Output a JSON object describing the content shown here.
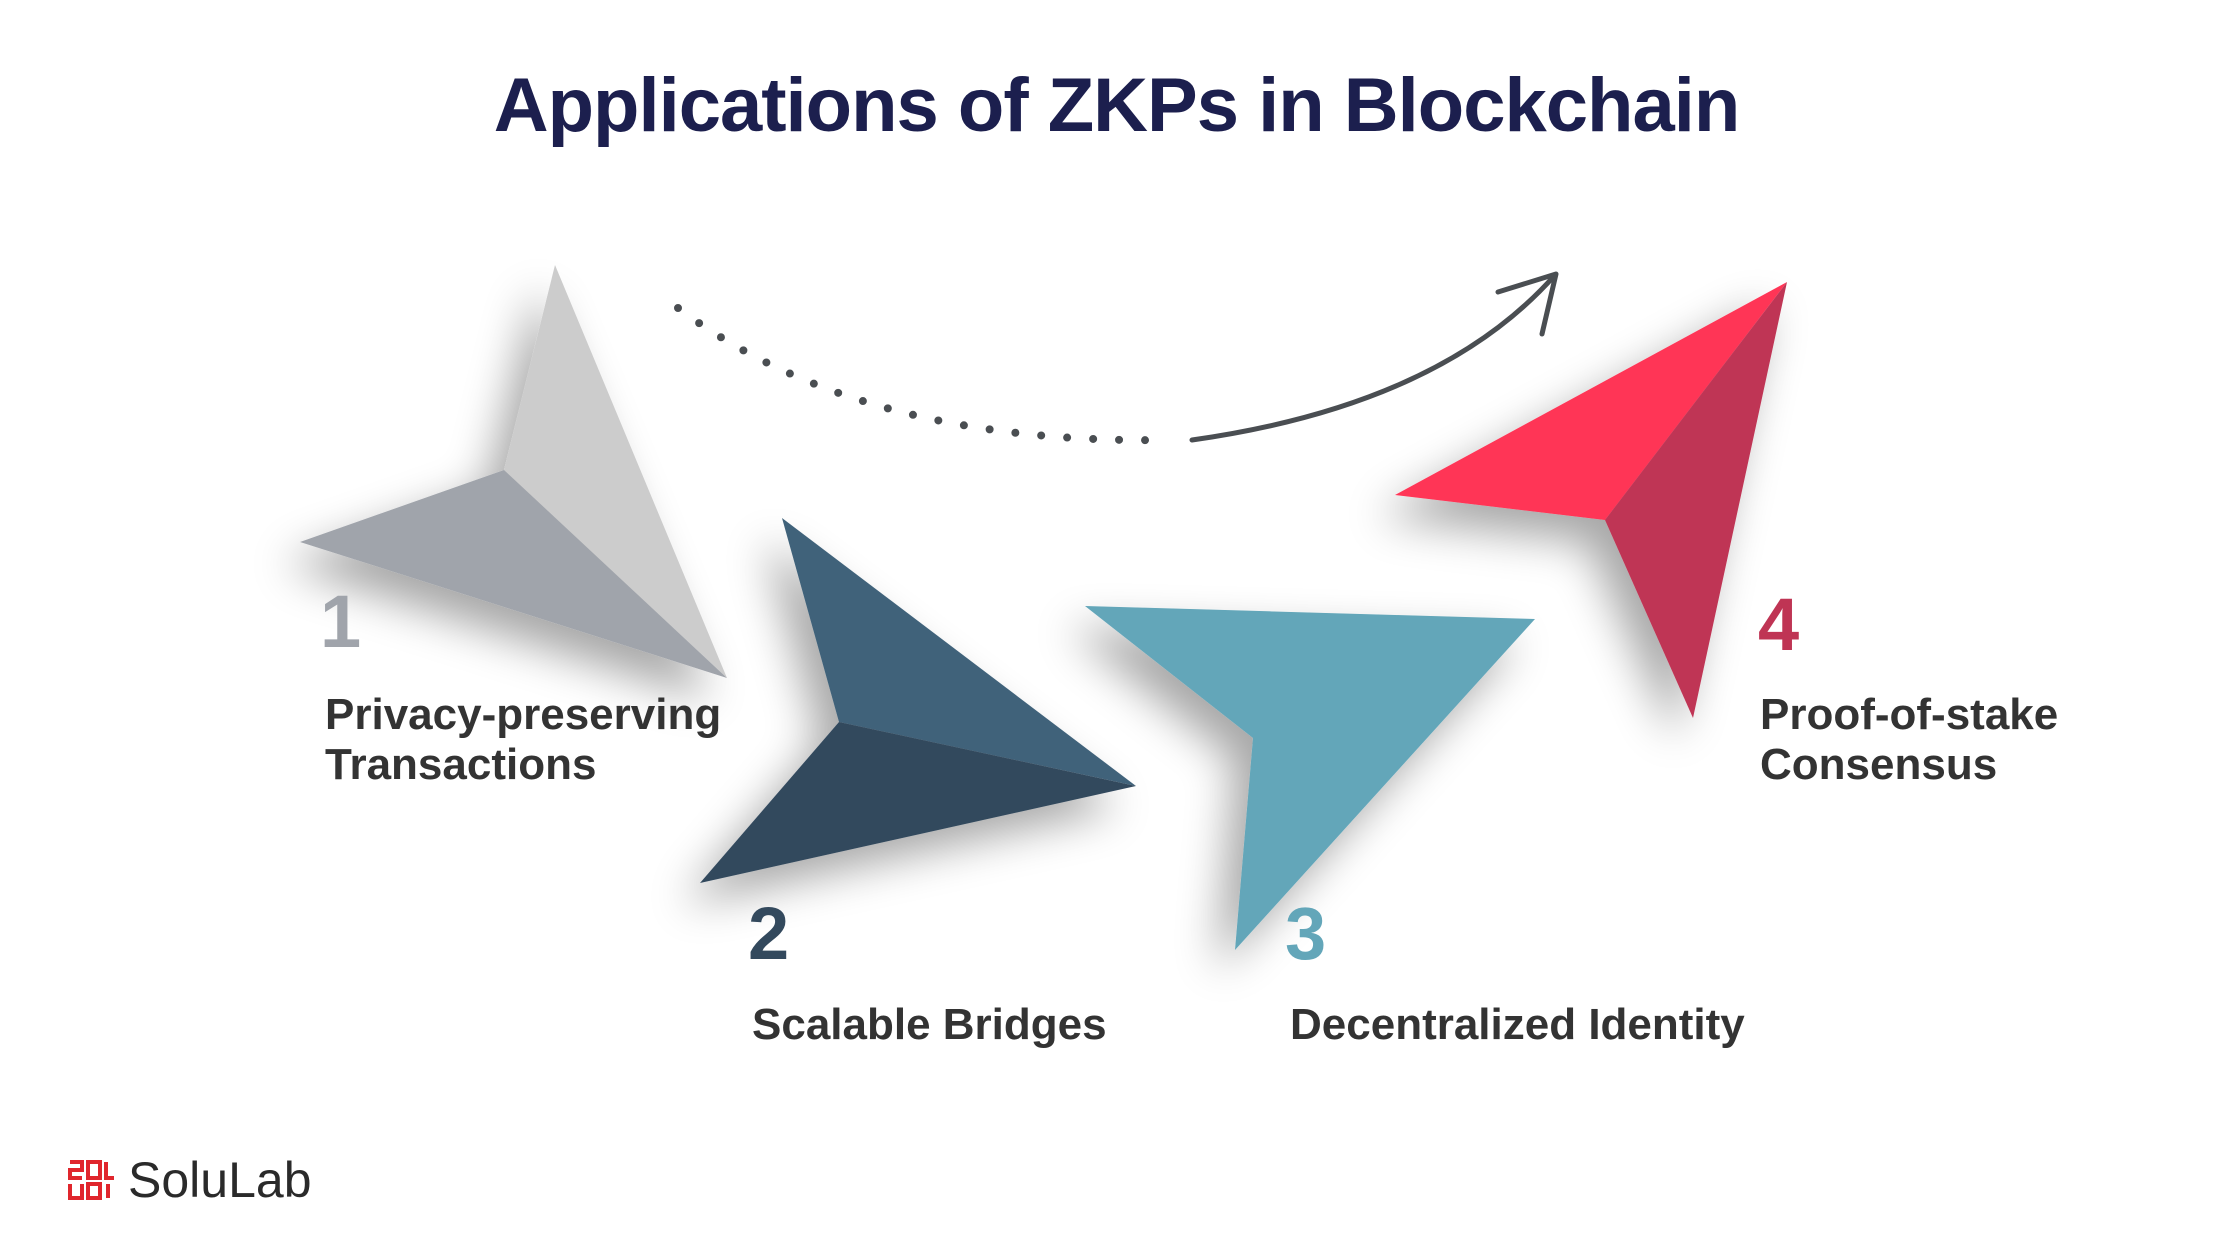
{
  "title": "Applications of ZKPs in Blockchain",
  "steps": [
    {
      "number": "1",
      "label_lines": [
        "Privacy-preserving",
        "Transactions"
      ],
      "color": "#a0a4ab",
      "color_light": "#cccccc"
    },
    {
      "number": "2",
      "label_lines": [
        "Scalable Bridges"
      ],
      "color": "#33495d",
      "color_light": "#41627a"
    },
    {
      "number": "3",
      "label_lines": [
        "Decentralized Identity"
      ],
      "color": "#63a6b9",
      "color_light": "#63a6b9"
    },
    {
      "number": "4",
      "label_lines": [
        "Proof-of-stake",
        "Consensus"
      ],
      "color": "#bf3454",
      "color_light": "#ff3556"
    }
  ],
  "brand": {
    "name": "SoluLab",
    "accent": "#e0262d"
  },
  "colors": {
    "title": "#1c1f4e",
    "label": "#333333",
    "arrow": "#4a4e52"
  }
}
